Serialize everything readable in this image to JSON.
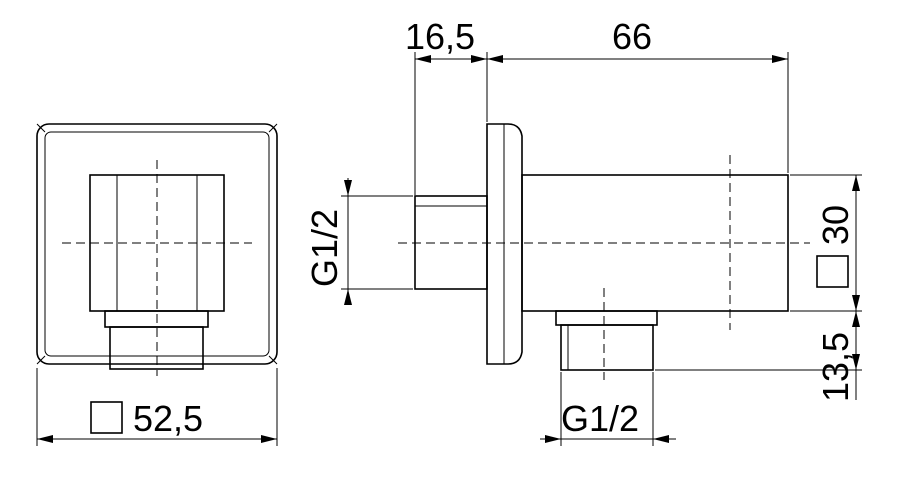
{
  "dimensions": {
    "front_width": "52,5",
    "flange_depth": "16,5",
    "body_length": "66",
    "thread_inlet": "G1/2",
    "body_height": "30",
    "outlet_offset": "13,5",
    "thread_outlet": "G1/2"
  },
  "icons": {
    "square_symbol": "square-symbol-icon"
  }
}
